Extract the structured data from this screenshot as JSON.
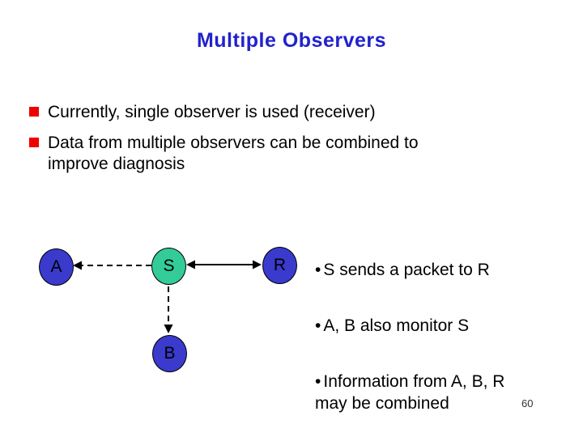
{
  "slide": {
    "title": "Multiple Observers",
    "page_number": "60",
    "colors": {
      "title_blue": "#2222cc",
      "bullet_red": "#ee0000",
      "node_blue": "#3a3acd",
      "node_green": "#33cc99",
      "arrow_black": "#000000"
    }
  },
  "bullets": [
    {
      "text": "Currently, single observer is used (receiver)"
    },
    {
      "text": "Data from multiple observers can be combined to\nimprove diagnosis"
    }
  ],
  "diagram": {
    "nodes": [
      {
        "label": "A",
        "color": "#3a3acd"
      },
      {
        "label": "S",
        "color": "#33cc99"
      },
      {
        "label": "R",
        "color": "#3a3acd"
      },
      {
        "label": "B",
        "color": "#3a3acd"
      }
    ],
    "edges": [
      {
        "from": "S",
        "to": "A",
        "style": "dashed",
        "arrows": "end"
      },
      {
        "from": "S",
        "to": "R",
        "style": "solid",
        "arrows": "both"
      },
      {
        "from": "S",
        "to": "B",
        "style": "dashed",
        "arrows": "end"
      }
    ]
  },
  "notes": [
    {
      "bullet": "•",
      "text": "S sends a packet to R"
    },
    {
      "bullet": "•",
      "text": "A, B also monitor S"
    },
    {
      "bullet": "•",
      "text": "Information from A, B, R\nmay be combined"
    }
  ]
}
